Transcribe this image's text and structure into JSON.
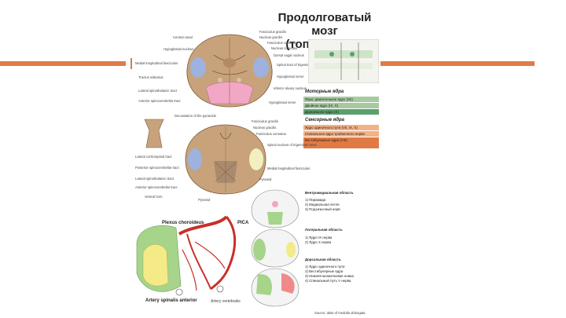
{
  "title": {
    "line1": "Продолговатый мозг",
    "line2": "(топография)"
  },
  "accent_color": "#e07b45",
  "top_section": {
    "labels_left": [
      "Central canal",
      "Hypoglossal nucleus",
      "Medial longitudinal fasciculus",
      "Tractus solitarius",
      "Lateral spinothalamic tract",
      "Anterior spinocerebellar tract"
    ],
    "labels_right": [
      "Fasciculus gracilis",
      "Nucleus gracilis",
      "Fasciculus cuneatus",
      "Nucleus cuneatus",
      "Dorsal vagal nucleus",
      "Spinal tract of trigeminal nerve",
      "Hypoglossal nerve",
      "Inferior olivary nucleus",
      "Hypoglossal nerve"
    ],
    "labels_bottom": [
      "Decussation of the pyramids"
    ]
  },
  "legend": {
    "motor_title": "Моторные ядра",
    "motor_rows": [
      {
        "text": "Язык: двигательное ядро (XII)",
        "color": "#a8c9a0"
      },
      {
        "text": "Двойное ядро (IX, X)",
        "color": "#a8c9a0"
      },
      {
        "text": "Дорсальное ядро (X)",
        "color": "#5aa06e"
      }
    ],
    "sensory_title": "Сенсорные ядра",
    "sensory_rows": [
      {
        "text": "Ядро одиночного пути (VII, IX, X)",
        "color": "#f4b183"
      },
      {
        "text": "Спинальное ядро тройничного нерва",
        "color": "#f4b183"
      },
      {
        "text": "Вестибулярные ядра (VIII)",
        "color": "#e07b45"
      }
    ]
  },
  "mid_section": {
    "labels_left": [
      "Lateral corticospinal tract",
      "Posterior spinocerebellar tract",
      "Lateral spinothalamic tract",
      "Anterior spinocerebellar tract",
      "Ventral horn"
    ],
    "labels_right": [
      "Fasciculus gracilis",
      "Nucleus gracilis",
      "Fasciculus cuneatus",
      "Spinal nucleus of trigeminal nerve",
      "Medial longitudinal fasciculus",
      "Pyramid"
    ],
    "label_bottom": "Pyramid"
  },
  "artery": {
    "label_top": "Plexus choroideus",
    "label_pica": "PICA",
    "label_bottom_left": "Artery spinalis anterior",
    "label_bottom_right": "Artery vertebralis"
  },
  "panels": [
    {
      "heading": "Вентромедиальная область",
      "lines": [
        "1) Пирамида",
        "2) Медиальная петля",
        "3) Подъязычный нерв"
      ]
    },
    {
      "heading": "Латеральная область",
      "lines": [
        "1) Ядро IX нерва",
        "2) Ядро X нерва"
      ]
    },
    {
      "heading": "Дорсальная область",
      "lines": [
        "1) Ядро одиночного пути",
        "2) Вестибулярные ядра",
        "3) Нижняя мозжечковая ножка",
        "4) Спинальный путь V нерва"
      ]
    }
  ],
  "footer": "Source: atlas of medulla oblongata"
}
